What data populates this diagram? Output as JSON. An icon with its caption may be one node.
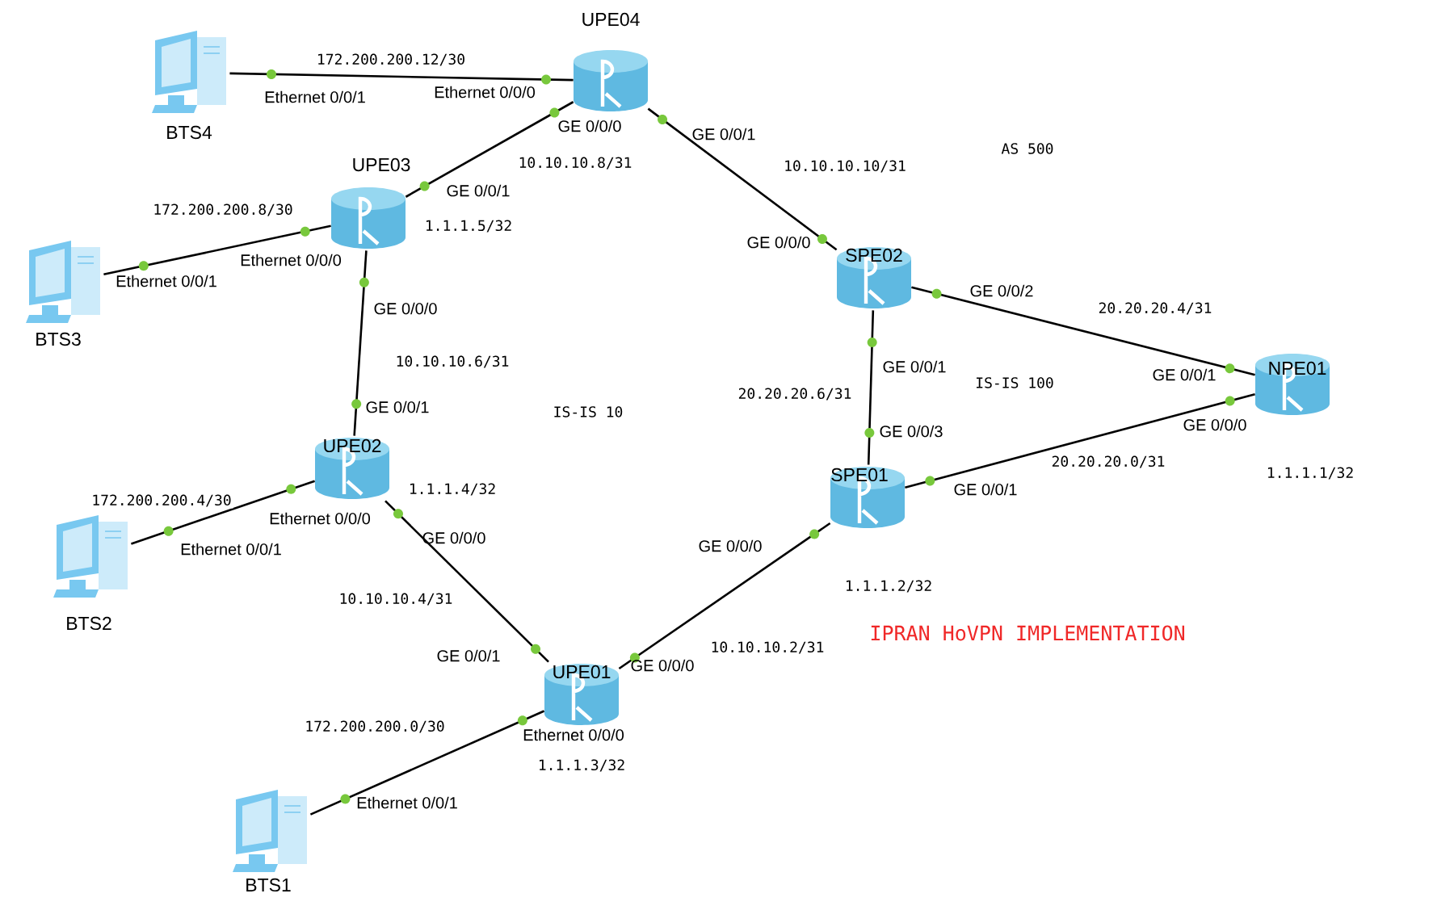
{
  "diagram": {
    "title": "IPRAN HoVPN IMPLEMENTATION",
    "nodes": [
      {
        "text": [
          "BTS4"
        ]
      },
      {
        "text": [
          "UPE04"
        ]
      },
      {
        "text": [
          "BTS3"
        ]
      },
      {
        "text": [
          "UPE03"
        ],
        "beside": [
          "1.1.1.5/32"
        ]
      },
      {
        "text": [
          "SPE02"
        ]
      },
      {
        "text": [
          "NPE01"
        ],
        "beside": [
          "1.1.1.1/32"
        ]
      },
      {
        "text": [
          "UPE02"
        ],
        "beside": [
          "1.1.1.4/32"
        ]
      },
      {
        "text": [
          "SPE01"
        ],
        "beside": [
          "1.1.1.2/32"
        ]
      },
      {
        "text": [
          "BTS2"
        ]
      },
      {
        "text": [
          "UPE01"
        ],
        "beside": [
          "1.1.1.3/32"
        ]
      },
      {
        "text": [
          "BTS1"
        ]
      }
    ],
    "edges": [
      {
        "from": 0,
        "to": 1,
        "arrow": "none",
        "label": "172.200.200.12/30"
      },
      {
        "from": 1,
        "to": 3,
        "arrow": "none",
        "label": "10.10.10.8/31"
      },
      {
        "from": 1,
        "to": 4,
        "arrow": "none",
        "label": "10.10.10.10/31"
      },
      {
        "from": 2,
        "to": 3,
        "arrow": "none",
        "label": "172.200.200.8/30"
      },
      {
        "from": 3,
        "to": 6,
        "arrow": "none",
        "label": "10.10.10.6/31"
      },
      {
        "from": 4,
        "to": 5,
        "arrow": "none",
        "label": "20.20.20.4/31"
      },
      {
        "from": 4,
        "to": 7,
        "arrow": "none",
        "label": "20.20.20.6/31"
      },
      {
        "from": 7,
        "to": 5,
        "arrow": "none",
        "label": "20.20.20.0/31"
      },
      {
        "from": 8,
        "to": 6,
        "arrow": "none",
        "label": "172.200.200.4/30"
      },
      {
        "from": 6,
        "to": 9,
        "arrow": "none",
        "label": "10.10.10.4/31"
      },
      {
        "from": 7,
        "to": 9,
        "arrow": "none",
        "label": "10.10.10.2/31"
      },
      {
        "from": 10,
        "to": 9,
        "arrow": "none",
        "label": "172.200.200.0/30"
      }
    ],
    "labels": [
      "Ethernet 0/0/1",
      "Ethernet 0/0/0",
      "GE 0/0/0",
      "GE 0/0/1",
      "AS 500",
      "GE 0/0/1",
      "Ethernet 0/0/0",
      "Ethernet 0/0/1",
      "GE 0/0/0",
      "GE 0/0/2",
      "GE 0/0/0",
      "GE 0/0/1",
      "GE 0/0/1",
      "IS-IS 100",
      "IS-IS 10",
      "GE 0/0/1",
      "GE 0/0/0",
      "GE 0/0/3",
      "GE 0/0/1",
      "Ethernet 0/0/0",
      "Ethernet 0/0/1",
      "GE 0/0/0",
      "GE 0/0/0",
      "GE 0/0/1",
      "GE 0/0/0",
      "Ethernet 0/0/0",
      "Ethernet 0/0/1"
    ]
  }
}
